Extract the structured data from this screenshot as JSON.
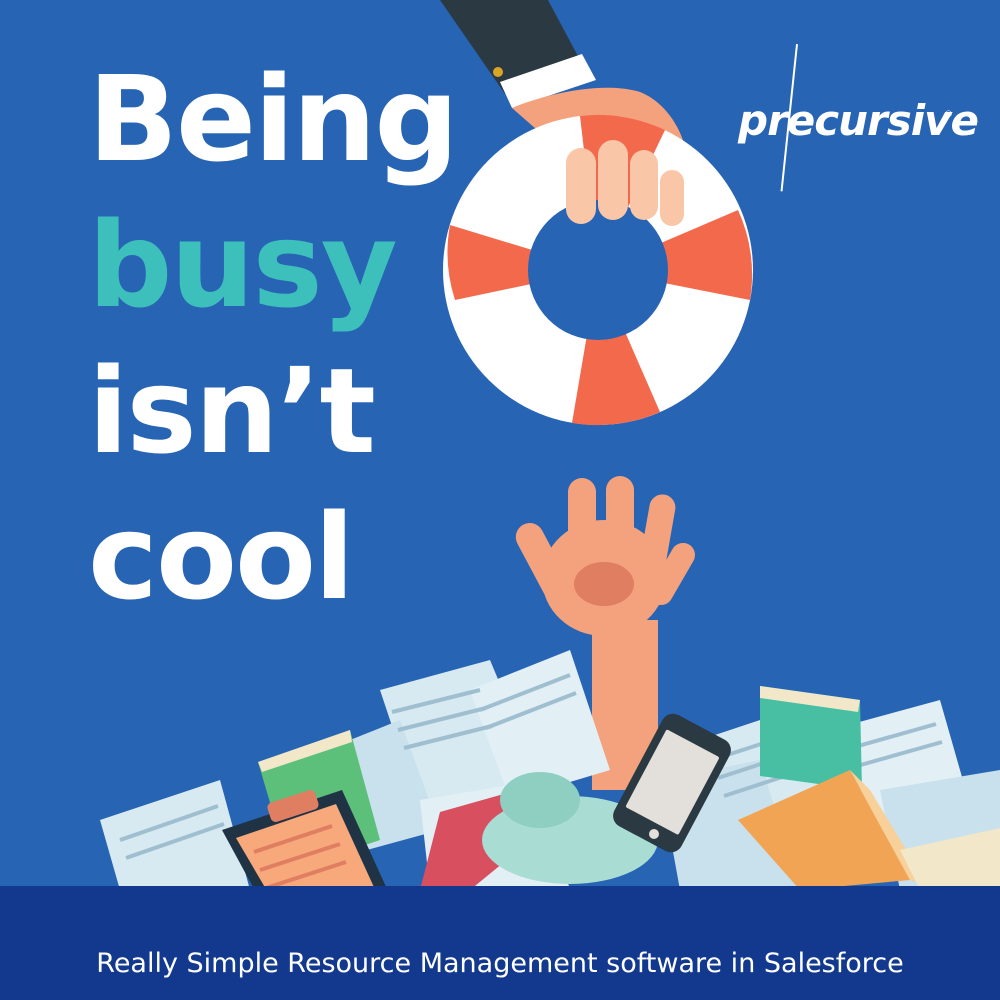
{
  "headline": {
    "line1": "Being",
    "line2": "busy",
    "line3": "isn’t",
    "line4": "cool"
  },
  "logo": {
    "text": "precursive",
    "registered": "®"
  },
  "footer": {
    "tagline": "Really Simple Resource Management software in Salesforce"
  },
  "colors": {
    "background": "#2764b4",
    "accent_teal": "#3dbfbc",
    "footer": "#12398d",
    "life_ring_red": "#f26a4b",
    "skin": "#f4a27d"
  },
  "icons": {
    "ring": "life-ring-icon",
    "rescuer_hand": "rescuer-hand-icon",
    "drowning_hand": "raised-hand-icon",
    "phone": "smartphone-icon",
    "clipboard": "clipboard-icon",
    "books": "book-icon",
    "papers": "paper-sheet-icon"
  }
}
